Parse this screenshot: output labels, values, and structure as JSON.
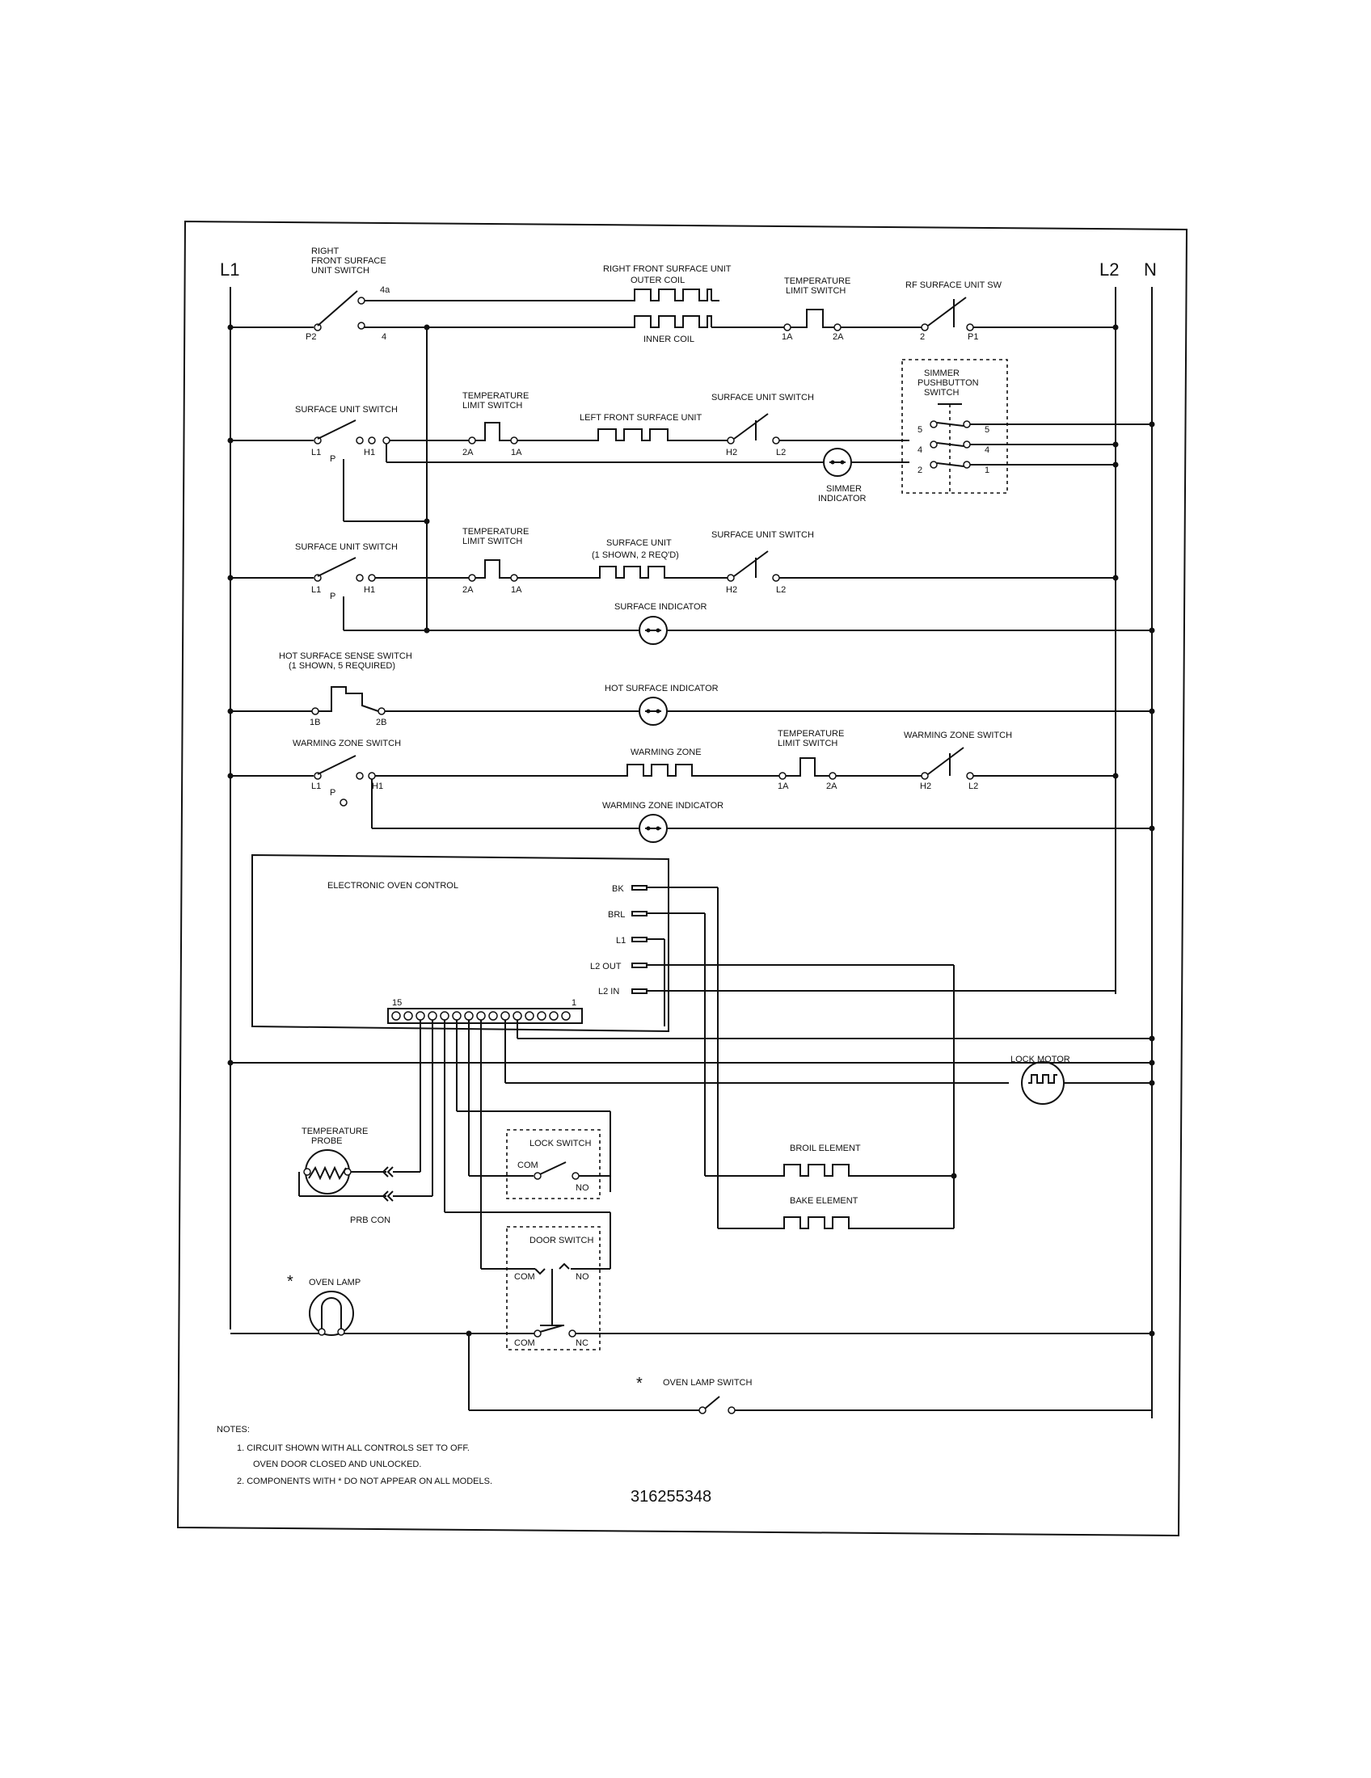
{
  "rails": {
    "l1": "L1",
    "l2": "L2",
    "n": "N"
  },
  "rf_switch": {
    "title": [
      "RIGHT",
      "FRONT SURFACE",
      "UNIT SWITCH"
    ],
    "t4a": "4a",
    "p2": "P2",
    "t4": "4"
  },
  "rf_unit": {
    "title": "RIGHT FRONT SURFACE UNIT",
    "outer": "OUTER COIL",
    "inner": "INNER COIL"
  },
  "rf_limit": {
    "title": [
      "TEMPERATURE",
      "LIMIT SWITCH"
    ],
    "a": "1A",
    "b": "2A"
  },
  "rf_sw": {
    "title": "RF SURFACE UNIT SW",
    "a": "2",
    "b": "P1"
  },
  "simmer": {
    "title": [
      "SIMMER",
      "PUSHBUTTON",
      "SWITCH"
    ],
    "n5": "5",
    "n4": "4",
    "n2": "2",
    "r5": "5",
    "r4": "4",
    "r1": "1",
    "indicator": [
      "SIMMER",
      "INDICATOR"
    ]
  },
  "lf": {
    "switch": "SURFACE UNIT SWITCH",
    "l1": "L1",
    "p": "P",
    "h1": "H1",
    "limit": [
      "TEMPERATURE",
      "LIMIT SWITCH"
    ],
    "a": "2A",
    "b": "1A",
    "unit": "LEFT FRONT SURFACE UNIT",
    "sw2": "SURFACE UNIT SWITCH",
    "h2": "H2",
    "l2": "L2"
  },
  "su": {
    "switch": "SURFACE UNIT SWITCH",
    "l1": "L1",
    "p": "P",
    "h1": "H1",
    "limit": [
      "TEMPERATURE",
      "LIMIT SWITCH"
    ],
    "a": "2A",
    "b": "1A",
    "unit": [
      "SURFACE UNIT",
      "(1 SHOWN, 2 REQ'D)"
    ],
    "sw2": "SURFACE UNIT SWITCH",
    "h2": "H2",
    "l2": "L2",
    "indicator": "SURFACE INDICATOR"
  },
  "hot": {
    "title": [
      "HOT SURFACE SENSE SWITCH",
      "(1 SHOWN, 5 REQUIRED)"
    ],
    "a": "1B",
    "b": "2B",
    "indicator": "HOT SURFACE INDICATOR"
  },
  "wz": {
    "switch": "WARMING ZONE SWITCH",
    "l1": "L1",
    "p": "P",
    "h1": "H1",
    "zone": "WARMING ZONE",
    "limit": [
      "TEMPERATURE",
      "LIMIT SWITCH"
    ],
    "a": "1A",
    "b": "2A",
    "sw2": "WARMING ZONE SWITCH",
    "h2": "H2",
    "l2": "L2",
    "indicator": "WARMING ZONE INDICATOR"
  },
  "eoc": {
    "title": "ELECTRONIC OVEN CONTROL",
    "bk": "BK",
    "brl": "BRL",
    "l1": "L1",
    "l2out": "L2 OUT",
    "l2in": "L2 IN",
    "p15": "15",
    "p1": "1"
  },
  "lock_motor": "LOCK MOTOR",
  "probe": {
    "title": [
      "TEMPERATURE",
      "PROBE"
    ],
    "con": "PRB CON"
  },
  "lock_switch": {
    "title": "LOCK SWITCH",
    "com": "COM",
    "no": "NO"
  },
  "broil": "BROIL ELEMENT",
  "bake": "BAKE ELEMENT",
  "door_switch": {
    "title": "DOOR SWITCH",
    "com1": "COM",
    "no": "NO",
    "com2": "COM",
    "nc": "NC"
  },
  "oven_lamp": {
    "star": "*",
    "label": "OVEN LAMP"
  },
  "lamp_switch": {
    "star": "*",
    "label": "OVEN LAMP SWITCH"
  },
  "notes": {
    "title": "NOTES:",
    "n1a": "1.  CIRCUIT SHOWN WITH ALL CONTROLS SET TO OFF.",
    "n1b": "OVEN DOOR CLOSED AND UNLOCKED.",
    "n2": "2.  COMPONENTS WITH  * DO NOT APPEAR ON ALL MODELS."
  },
  "part_number": "316255348"
}
